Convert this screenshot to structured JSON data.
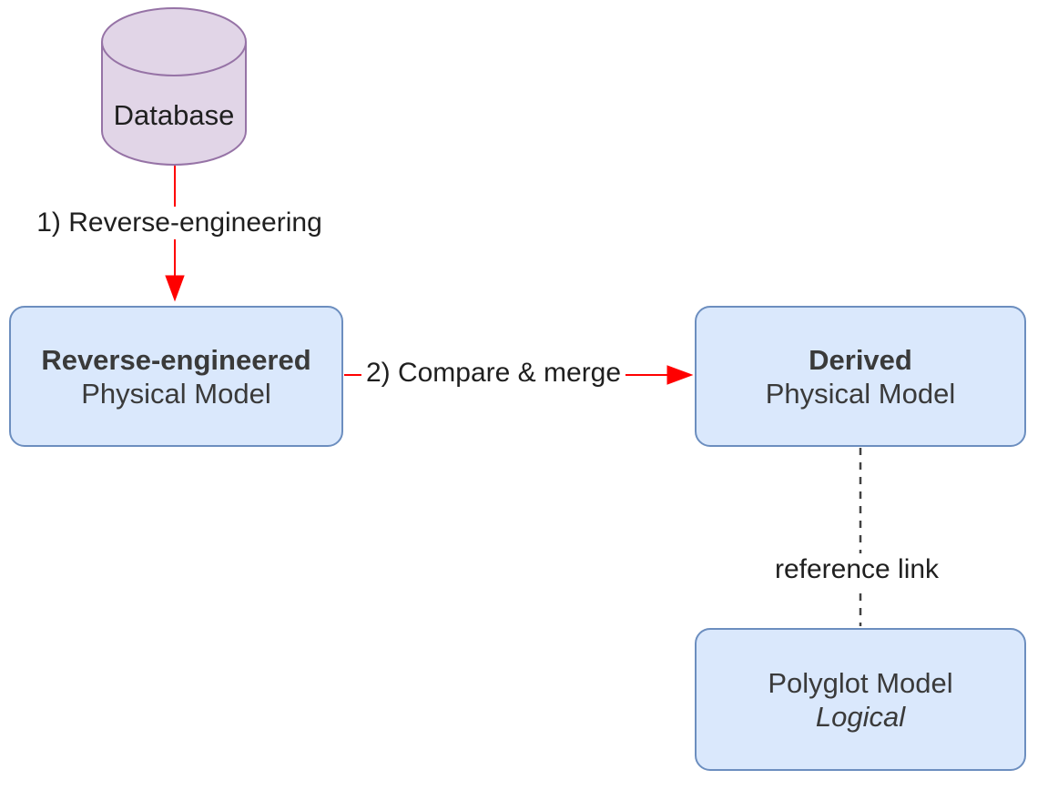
{
  "diagram": {
    "nodes": {
      "database": {
        "label": "Database",
        "shape": "cylinder"
      },
      "reverse_engineered": {
        "title": "Reverse-engineered",
        "subtitle": "Physical Model"
      },
      "derived": {
        "title": "Derived",
        "subtitle": "Physical Model"
      },
      "polyglot": {
        "title": "Polyglot Model",
        "subtitle": "Logical"
      }
    },
    "edges": {
      "reverse_engineering": {
        "label": "1) Reverse-engineering",
        "from": "database",
        "to": "reverse_engineered",
        "style": "solid-red-arrow"
      },
      "compare_merge": {
        "label": "2) Compare & merge",
        "from": "reverse_engineered",
        "to": "derived",
        "style": "solid-red-arrow"
      },
      "reference_link": {
        "label": "reference link",
        "from": "derived",
        "to": "polyglot",
        "style": "dashed-gray"
      }
    },
    "colors": {
      "box_fill": "#DAE8FC",
      "box_stroke": "#6C8EBF",
      "database_fill": "#E1D5E7",
      "database_stroke": "#9673A6",
      "arrow_red": "#FF0000",
      "dash_gray": "#424242",
      "node_text": "#3a3a3a",
      "label_text": "#1f1f1f"
    }
  }
}
